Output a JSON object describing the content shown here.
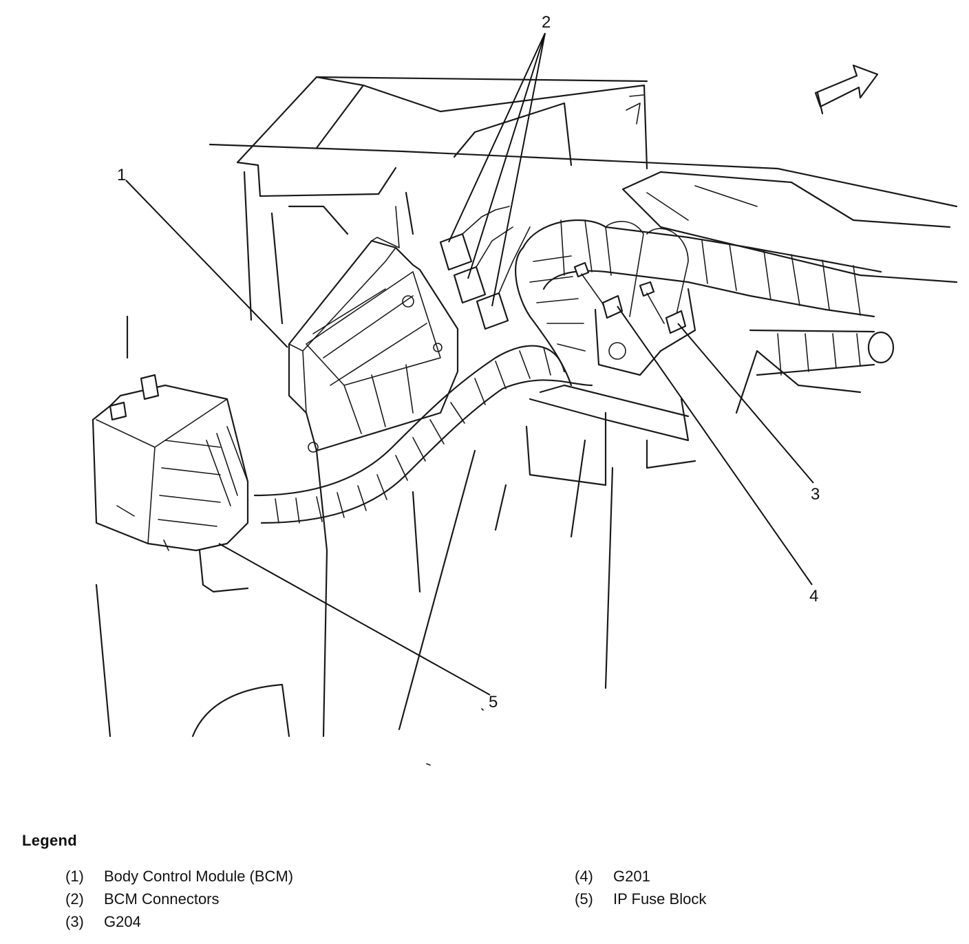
{
  "diagram": {
    "callouts": [
      {
        "id": "1",
        "label": "1"
      },
      {
        "id": "2",
        "label": "2"
      },
      {
        "id": "3",
        "label": "3"
      },
      {
        "id": "4",
        "label": "4"
      },
      {
        "id": "5",
        "label": "5"
      }
    ]
  },
  "legend": {
    "title": "Legend",
    "items": [
      {
        "num": "(1)",
        "text": "Body Control Module (BCM)"
      },
      {
        "num": "(2)",
        "text": "BCM Connectors"
      },
      {
        "num": "(3)",
        "text": "G204"
      },
      {
        "num": "(4)",
        "text": "G201"
      },
      {
        "num": "(5)",
        "text": "IP Fuse Block"
      }
    ]
  }
}
